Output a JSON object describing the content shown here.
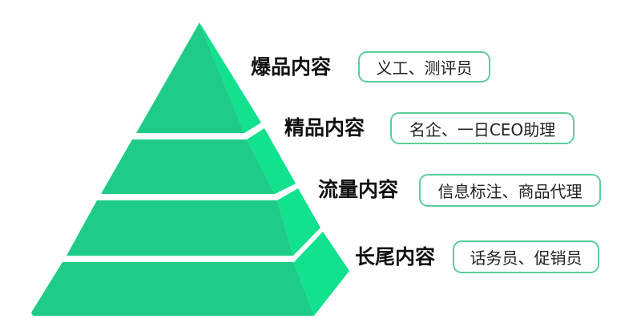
{
  "diagram": {
    "type": "pyramid",
    "colors": {
      "front_face": "#1ecc88",
      "side_face": "#12e18d",
      "tag_border": "#5ccf98",
      "label_text": "#111111",
      "tag_text": "#222222"
    },
    "tiers": [
      {
        "level": 1,
        "label": "爆品内容",
        "tag": "义工、测评员"
      },
      {
        "level": 2,
        "label": "精品内容",
        "tag": "名企、一日CEO助理"
      },
      {
        "level": 3,
        "label": "流量内容",
        "tag": "信息标注、商品代理"
      },
      {
        "level": 4,
        "label": "长尾内容",
        "tag": "话务员、促销员"
      }
    ]
  }
}
